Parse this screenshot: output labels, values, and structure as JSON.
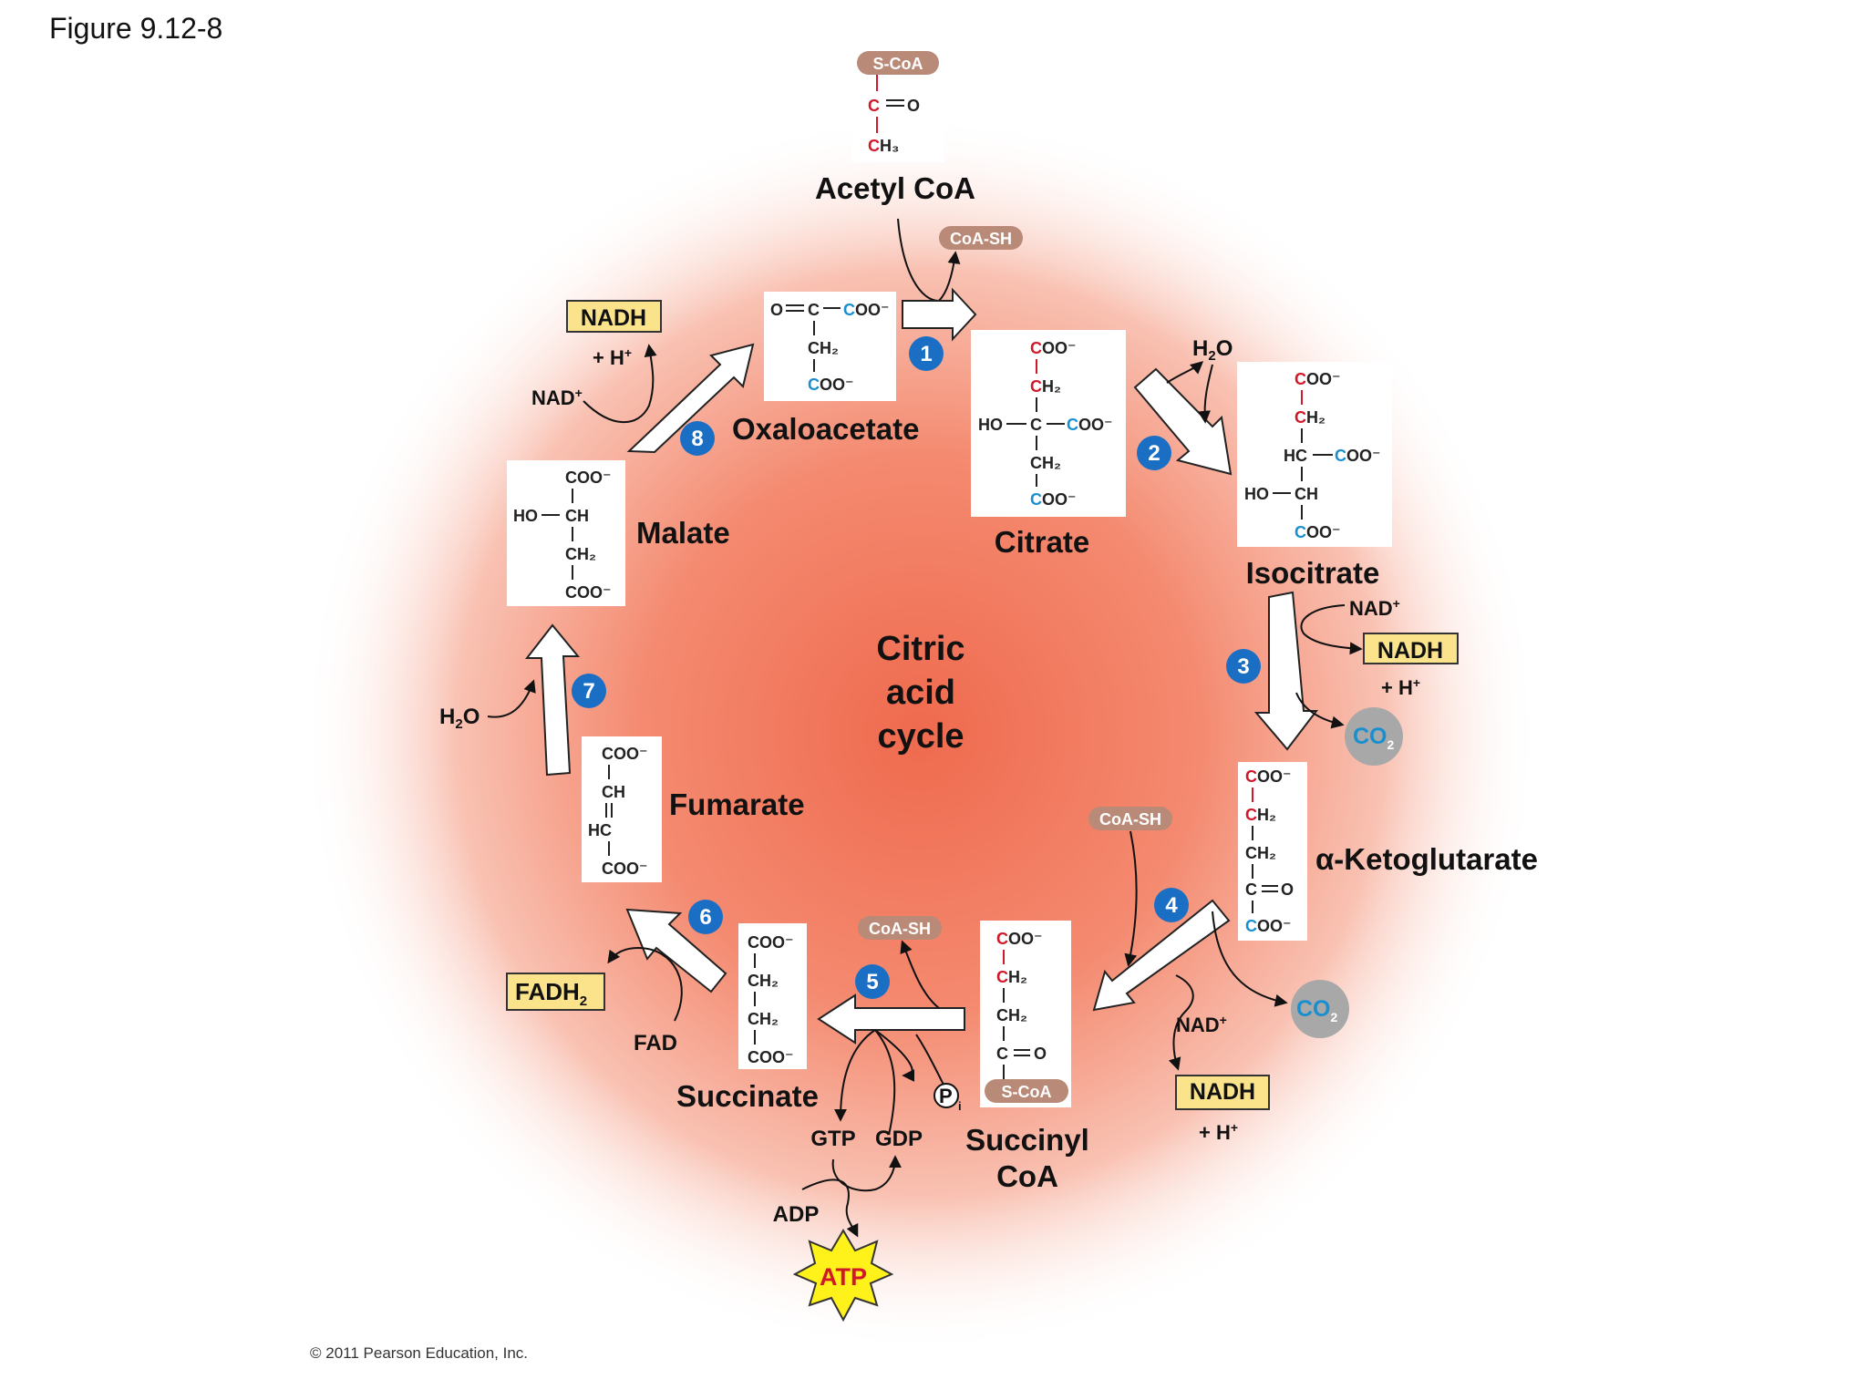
{
  "figure_label": "Figure 9.12-8",
  "center_title": [
    "Citric",
    "acid",
    "cycle"
  ],
  "copyright": "© 2011 Pearson Education, Inc.",
  "molecules": {
    "acetyl_coa": "Acetyl CoA",
    "oxaloacetate": "Oxaloacetate",
    "citrate": "Citrate",
    "isocitrate": "Isocitrate",
    "alpha_ketoglutarate": "α-Ketoglutarate",
    "succinyl_coa_line1": "Succinyl",
    "succinyl_coa_line2": "CoA",
    "succinate": "Succinate",
    "fumarate": "Fumarate",
    "malate": "Malate"
  },
  "steps": [
    "1",
    "2",
    "3",
    "4",
    "5",
    "6",
    "7",
    "8"
  ],
  "cofactors": {
    "coa_sh": "CoA-SH",
    "s_coa": "S-CoA",
    "h2o": "H2O",
    "nad_plus": "NAD+",
    "nadh": "NADH",
    "h_plus": "+ H+",
    "co2": "CO2",
    "fad": "FAD",
    "fadh2": "FADH2",
    "gtp": "GTP",
    "gdp": "GDP",
    "adp": "ADP",
    "atp": "ATP",
    "pi": "P"
  },
  "colors": {
    "step_badge": "#1a6fc4",
    "nadh_box": "#fbe38c",
    "coa_pill": "#b98a78",
    "co2_circle": "#a8a8a8",
    "atp_burst": "#fff21a",
    "glow_center": "#ef6a4e",
    "carbon_red": "#d0182a",
    "carbon_blue": "#1a8fd0"
  }
}
